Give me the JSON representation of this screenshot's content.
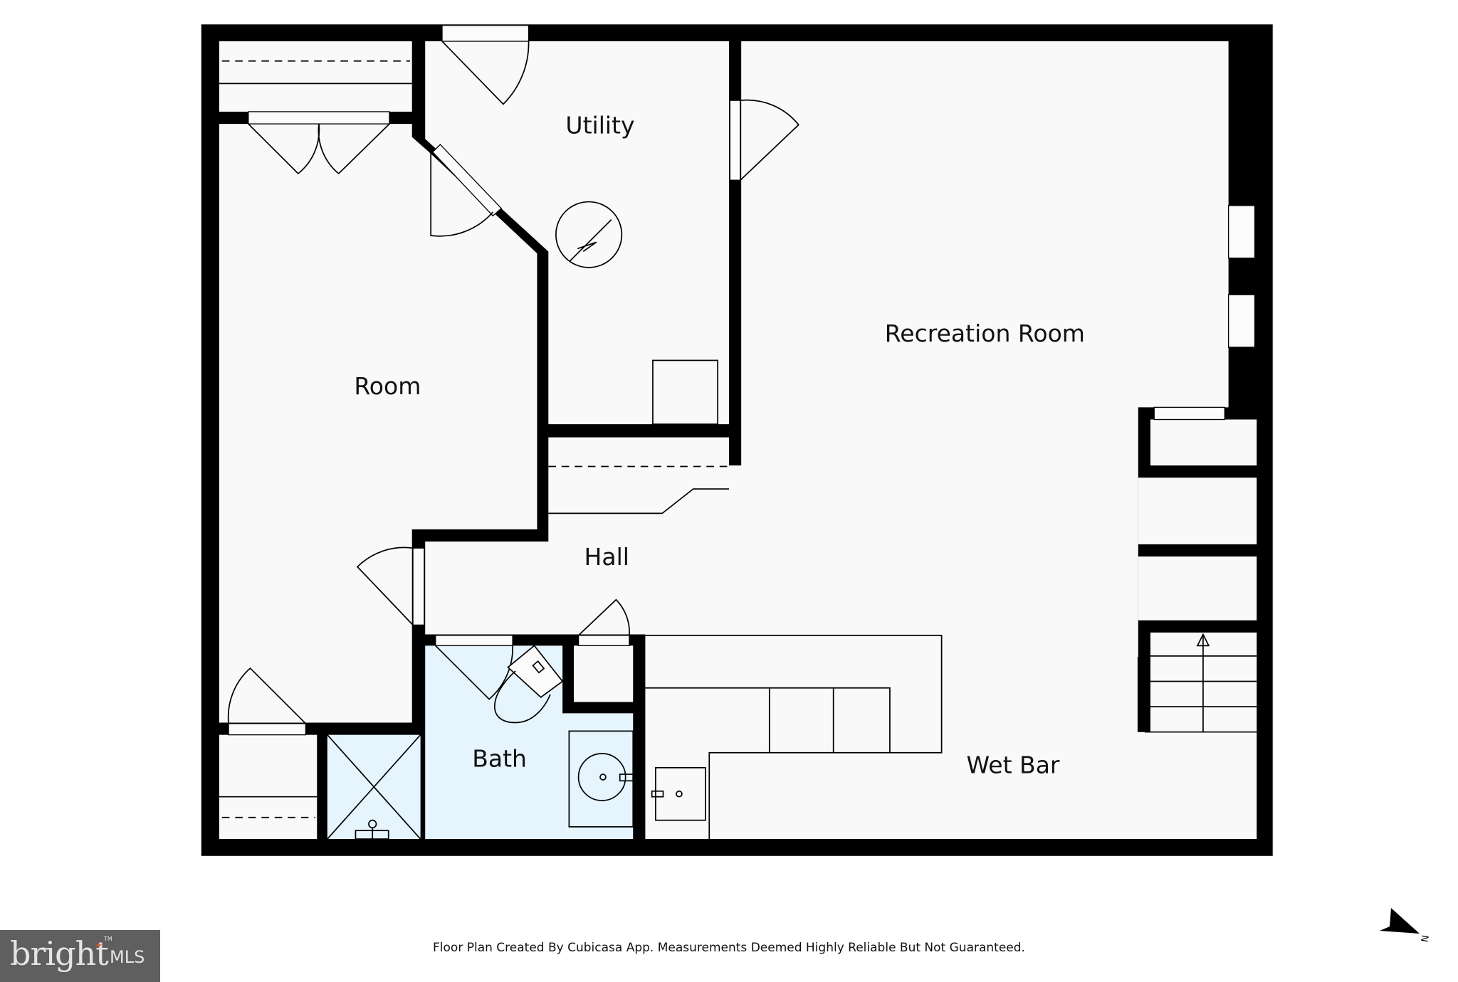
{
  "floor_plan": {
    "rooms": [
      {
        "id": "room",
        "label": "Room"
      },
      {
        "id": "utility",
        "label": "Utility"
      },
      {
        "id": "recreation",
        "label": "Recreation Room"
      },
      {
        "id": "hall",
        "label": "Hall"
      },
      {
        "id": "bath",
        "label": "Bath"
      },
      {
        "id": "wetbar",
        "label": "Wet Bar"
      }
    ],
    "colors": {
      "wall": "#000000",
      "floor": "#f9f9f9",
      "bath_floor": "#e6f4fd",
      "background": "#ffffff"
    }
  },
  "footer": {
    "caption": "Floor Plan Created By Cubicasa App. Measurements Deemed Highly Reliable But Not Guaranteed.",
    "compass_letter": "N"
  },
  "logo": {
    "word": "bright",
    "suffix": "MLS",
    "trademark": "TM",
    "accent_color": "#e8502a",
    "background": "#5f5f5f"
  }
}
